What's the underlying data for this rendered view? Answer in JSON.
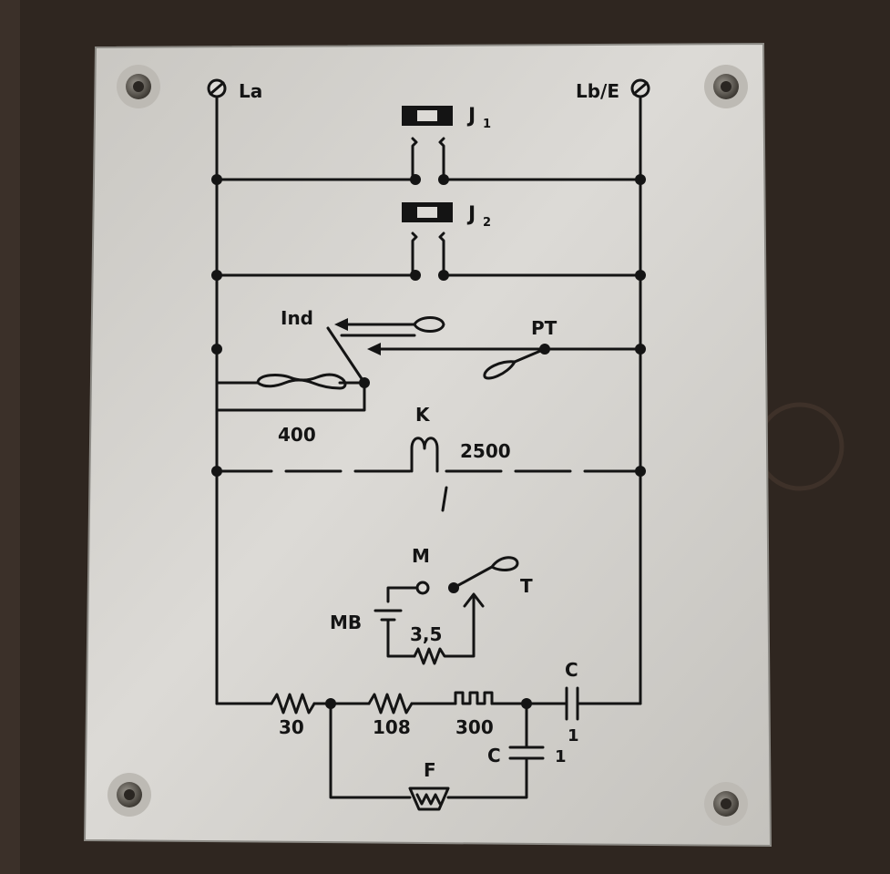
{
  "terminals": {
    "left": "La",
    "right": "Lb/E"
  },
  "jacks": [
    {
      "label": "J",
      "sub": "1"
    },
    {
      "label": "J",
      "sub": "2"
    }
  ],
  "components": {
    "ind": "Ind",
    "pt": "PT",
    "coil_value": "400",
    "k_label": "K",
    "k_value": "2500",
    "m": "M",
    "t": "T",
    "mb": "MB",
    "r_small": "3,5",
    "r1": "30",
    "r2": "108",
    "r3": "300",
    "c_top": "C",
    "c_top_sub": "1",
    "c_bottom": "C",
    "c_bottom_sub": "1",
    "f": "F"
  },
  "colors": {
    "background": "#2f2620",
    "plate": "#cfcdc8",
    "ink": "#141414"
  }
}
